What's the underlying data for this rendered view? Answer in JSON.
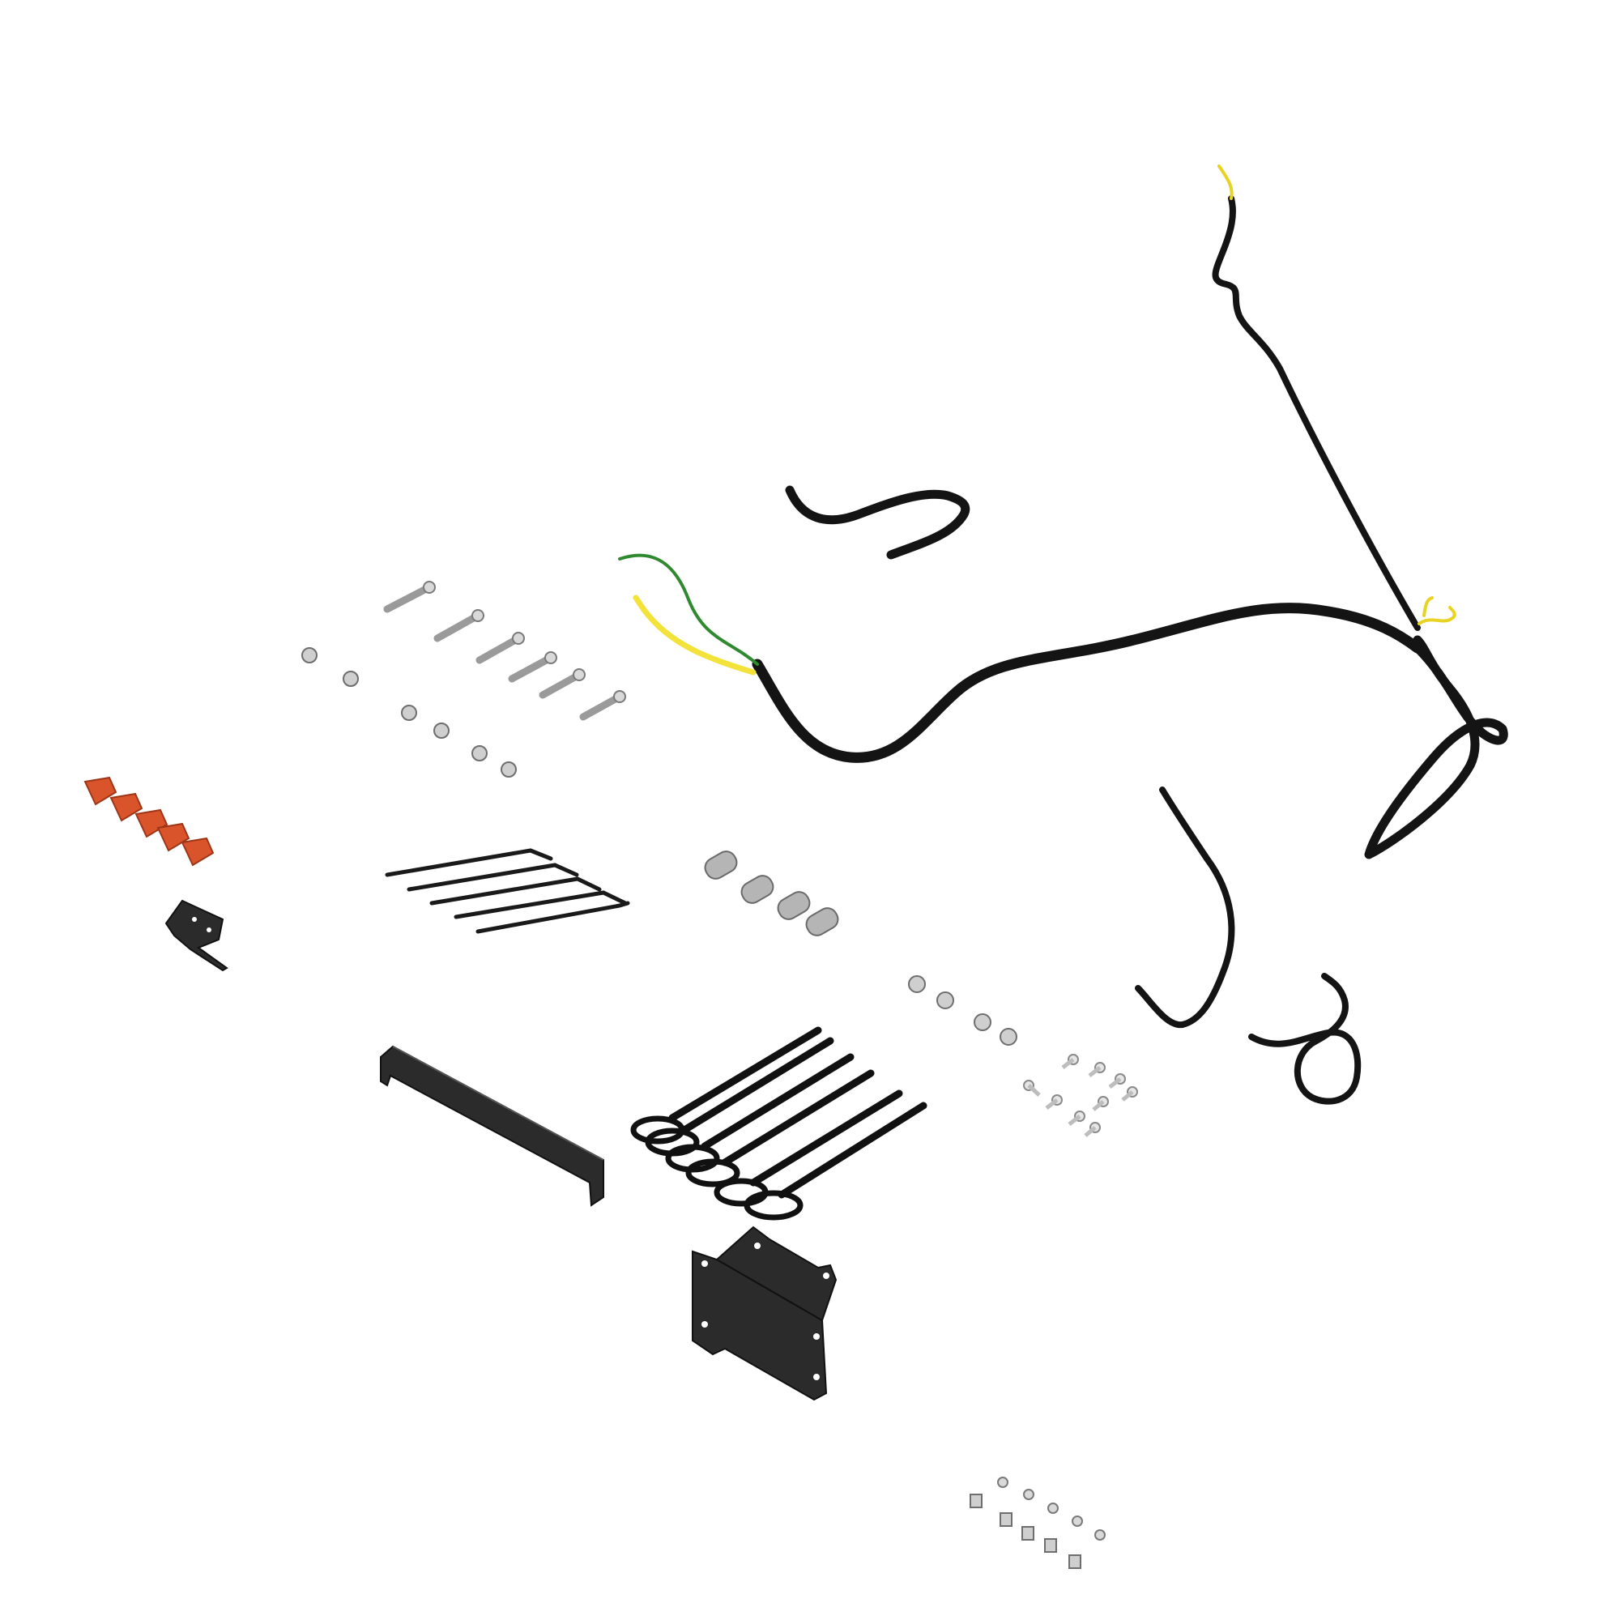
{
  "scene": {
    "background": "#ffffff",
    "colors": {
      "harness": "#141414",
      "yellow_wire": "#f2e23a",
      "green_wire": "#2f8a2f",
      "red_cap": "#d9542b",
      "metal": "#d9d9d9",
      "bracket": "#2b2b2b"
    },
    "components": [
      "main-wire-harness",
      "jumper-harness-short",
      "jumper-harness-curved",
      "coiled-ground-lead",
      "long-bolts",
      "flange-nuts",
      "red-wire-caps",
      "small-bracket",
      "thin-cable-ties",
      "spacers",
      "cage-nuts",
      "ring-terminals",
      "long-mounting-bracket",
      "heavy-cable-ties",
      "mounting-plate-bracket",
      "small-screws-and-clips"
    ]
  }
}
